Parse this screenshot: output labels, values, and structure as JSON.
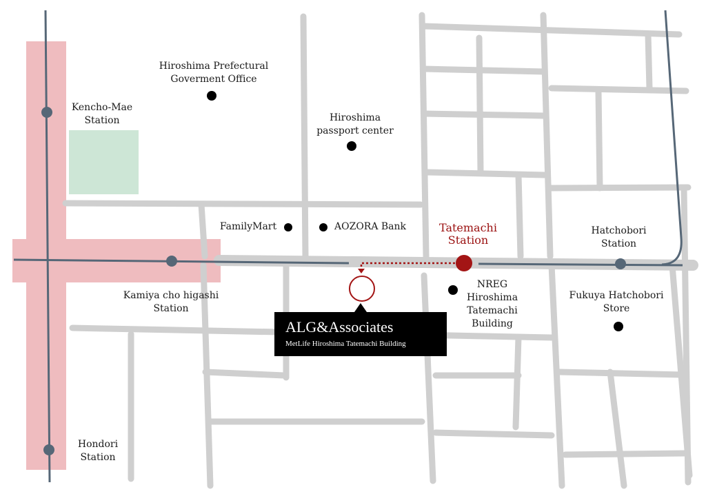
{
  "map": {
    "colors": {
      "road": "#cfcfcf",
      "highlight_road": "#efbcbf",
      "park": "#cde6d6",
      "tram": "#566777",
      "accent": "#a31515",
      "poi": "#000000"
    },
    "stations": {
      "kencho_mae": [
        "Kencho-Mae",
        "Station"
      ],
      "kamiyacho": [
        "Kamiya cho higashi",
        "Station"
      ],
      "hondori": [
        "Hondori",
        "Station"
      ],
      "tatemachi": [
        "Tatemachi",
        "Station"
      ],
      "hatchobori": [
        "Hatchobori",
        "Station"
      ]
    },
    "pois": {
      "prefectural_office": [
        "Hiroshima Prefectural",
        "Goverment Office"
      ],
      "passport_center": [
        "Hiroshima",
        "passport center"
      ],
      "familymart": "FamilyMart",
      "aozora_bank": "AOZORA Bank",
      "nreg": [
        "NREG",
        "Hiroshima",
        "Tatemachi",
        "Building"
      ],
      "fukuya": [
        "Fukuya Hatchobori",
        "Store"
      ]
    },
    "office": {
      "name": "ALG&Associates",
      "building": "MetLife Hiroshima Tatemachi Building"
    }
  }
}
